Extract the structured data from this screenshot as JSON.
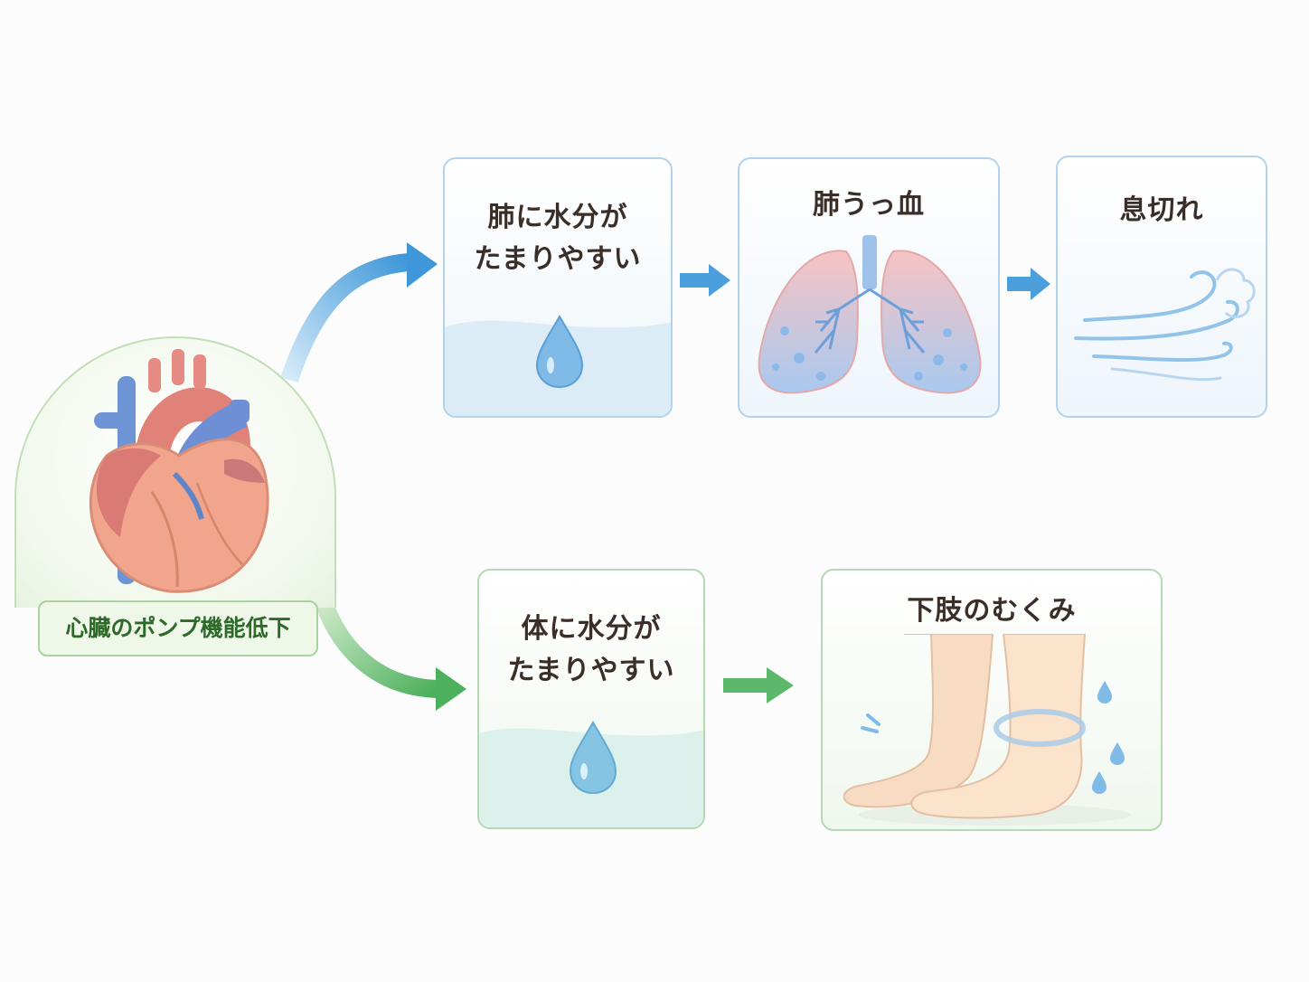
{
  "cause": {
    "label": "心臓のポンプ機能低下",
    "icon": "heart-icon"
  },
  "upper_path": {
    "color": "#4a9fdc",
    "steps": [
      {
        "label": "肺に水分が\nたまりやすい",
        "icon": "water-drop-icon"
      },
      {
        "label": "肺うっ血",
        "icon": "lungs-icon"
      },
      {
        "label": "息切れ",
        "icon": "breath-wind-icon"
      }
    ]
  },
  "lower_path": {
    "color": "#5cb86a",
    "steps": [
      {
        "label": "体に水分が\nたまりやすい",
        "icon": "water-drop-icon"
      },
      {
        "label": "下肢のむくみ",
        "icon": "swollen-feet-icon"
      }
    ]
  }
}
